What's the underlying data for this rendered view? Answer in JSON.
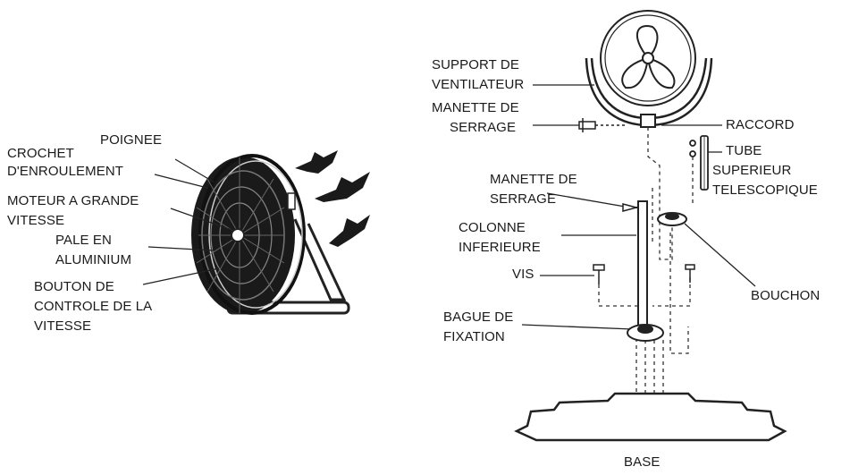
{
  "left_figure": {
    "labels": {
      "poignee": "POIGNEE",
      "crochet_l1": "CROCHET",
      "crochet_l2": "D'ENROULEMENT",
      "moteur_l1": "MOTEUR A GRANDE",
      "moteur_l2": "VITESSE",
      "pale_l1": "PALE EN",
      "pale_l2": "ALUMINIUM",
      "bouton_l1": "BOUTON DE",
      "bouton_l2": "CONTROLE DE LA",
      "bouton_l3": "VITESSE"
    }
  },
  "right_figure": {
    "labels": {
      "support_l1": "SUPPORT DE",
      "support_l2": "VENTILATEUR",
      "manette1_l1": "MANETTE DE",
      "manette1_l2": "SERRAGE",
      "raccord": "RACCORD",
      "tube_l1": "TUBE",
      "tube_l2": "SUPERIEUR",
      "tube_l3": "TELESCOPIQUE",
      "manette2_l1": "MANETTE DE",
      "manette2_l2": "SERRAGE",
      "colonne_l1": "COLONNE",
      "colonne_l2": "INFERIEURE",
      "vis": "VIS",
      "bouchon": "BOUCHON",
      "bague_l1": "BAGUE DE",
      "bague_l2": "FIXATION",
      "base": "BASE"
    }
  }
}
